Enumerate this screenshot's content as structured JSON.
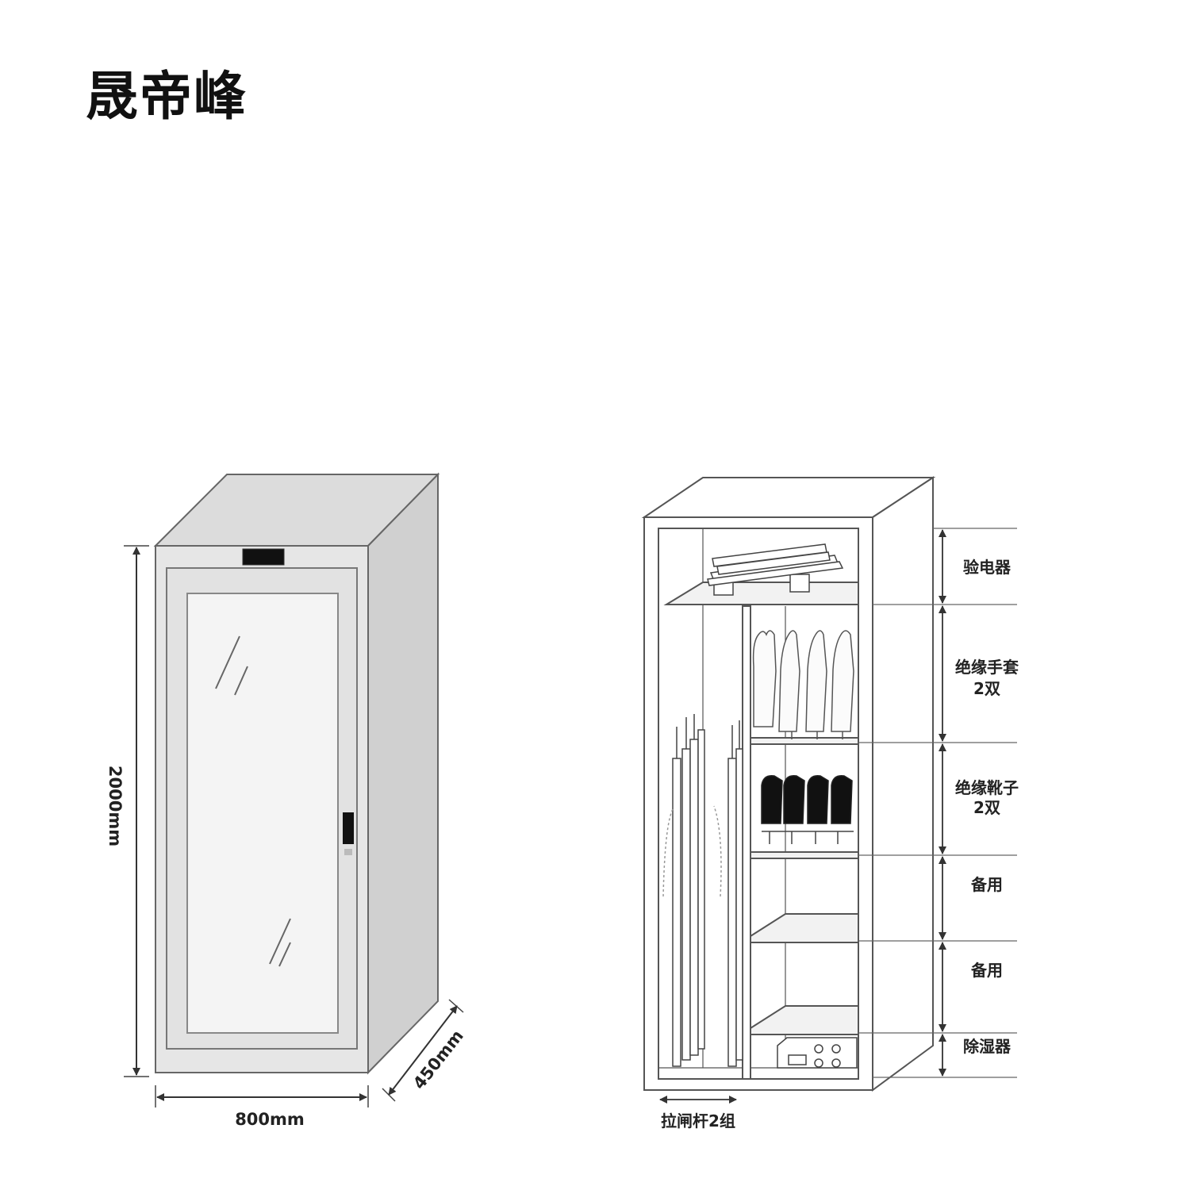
{
  "brand": {
    "name": "晟帝峰"
  },
  "dimensions": {
    "height": "2000mm",
    "width": "800mm",
    "depth": "450mm"
  },
  "sections": [
    {
      "id": "tester",
      "line1": "验电器",
      "line2": ""
    },
    {
      "id": "gloves",
      "line1": "绝缘手套",
      "line2": "2双"
    },
    {
      "id": "boots",
      "line1": "绝缘靴子",
      "line2": "2双"
    },
    {
      "id": "spare1",
      "line1": "备用",
      "line2": ""
    },
    {
      "id": "spare2",
      "line1": "备用",
      "line2": ""
    },
    {
      "id": "dehumidifier",
      "line1": "除湿器",
      "line2": ""
    }
  ],
  "rods_label": "拉闸杆2组",
  "colors": {
    "cabinet_fill": "#e6e6e6",
    "cabinet_top": "#dcdcdc",
    "cabinet_side": "#d2d2d2",
    "glass": "#f4f4f4",
    "line": "#555555"
  }
}
